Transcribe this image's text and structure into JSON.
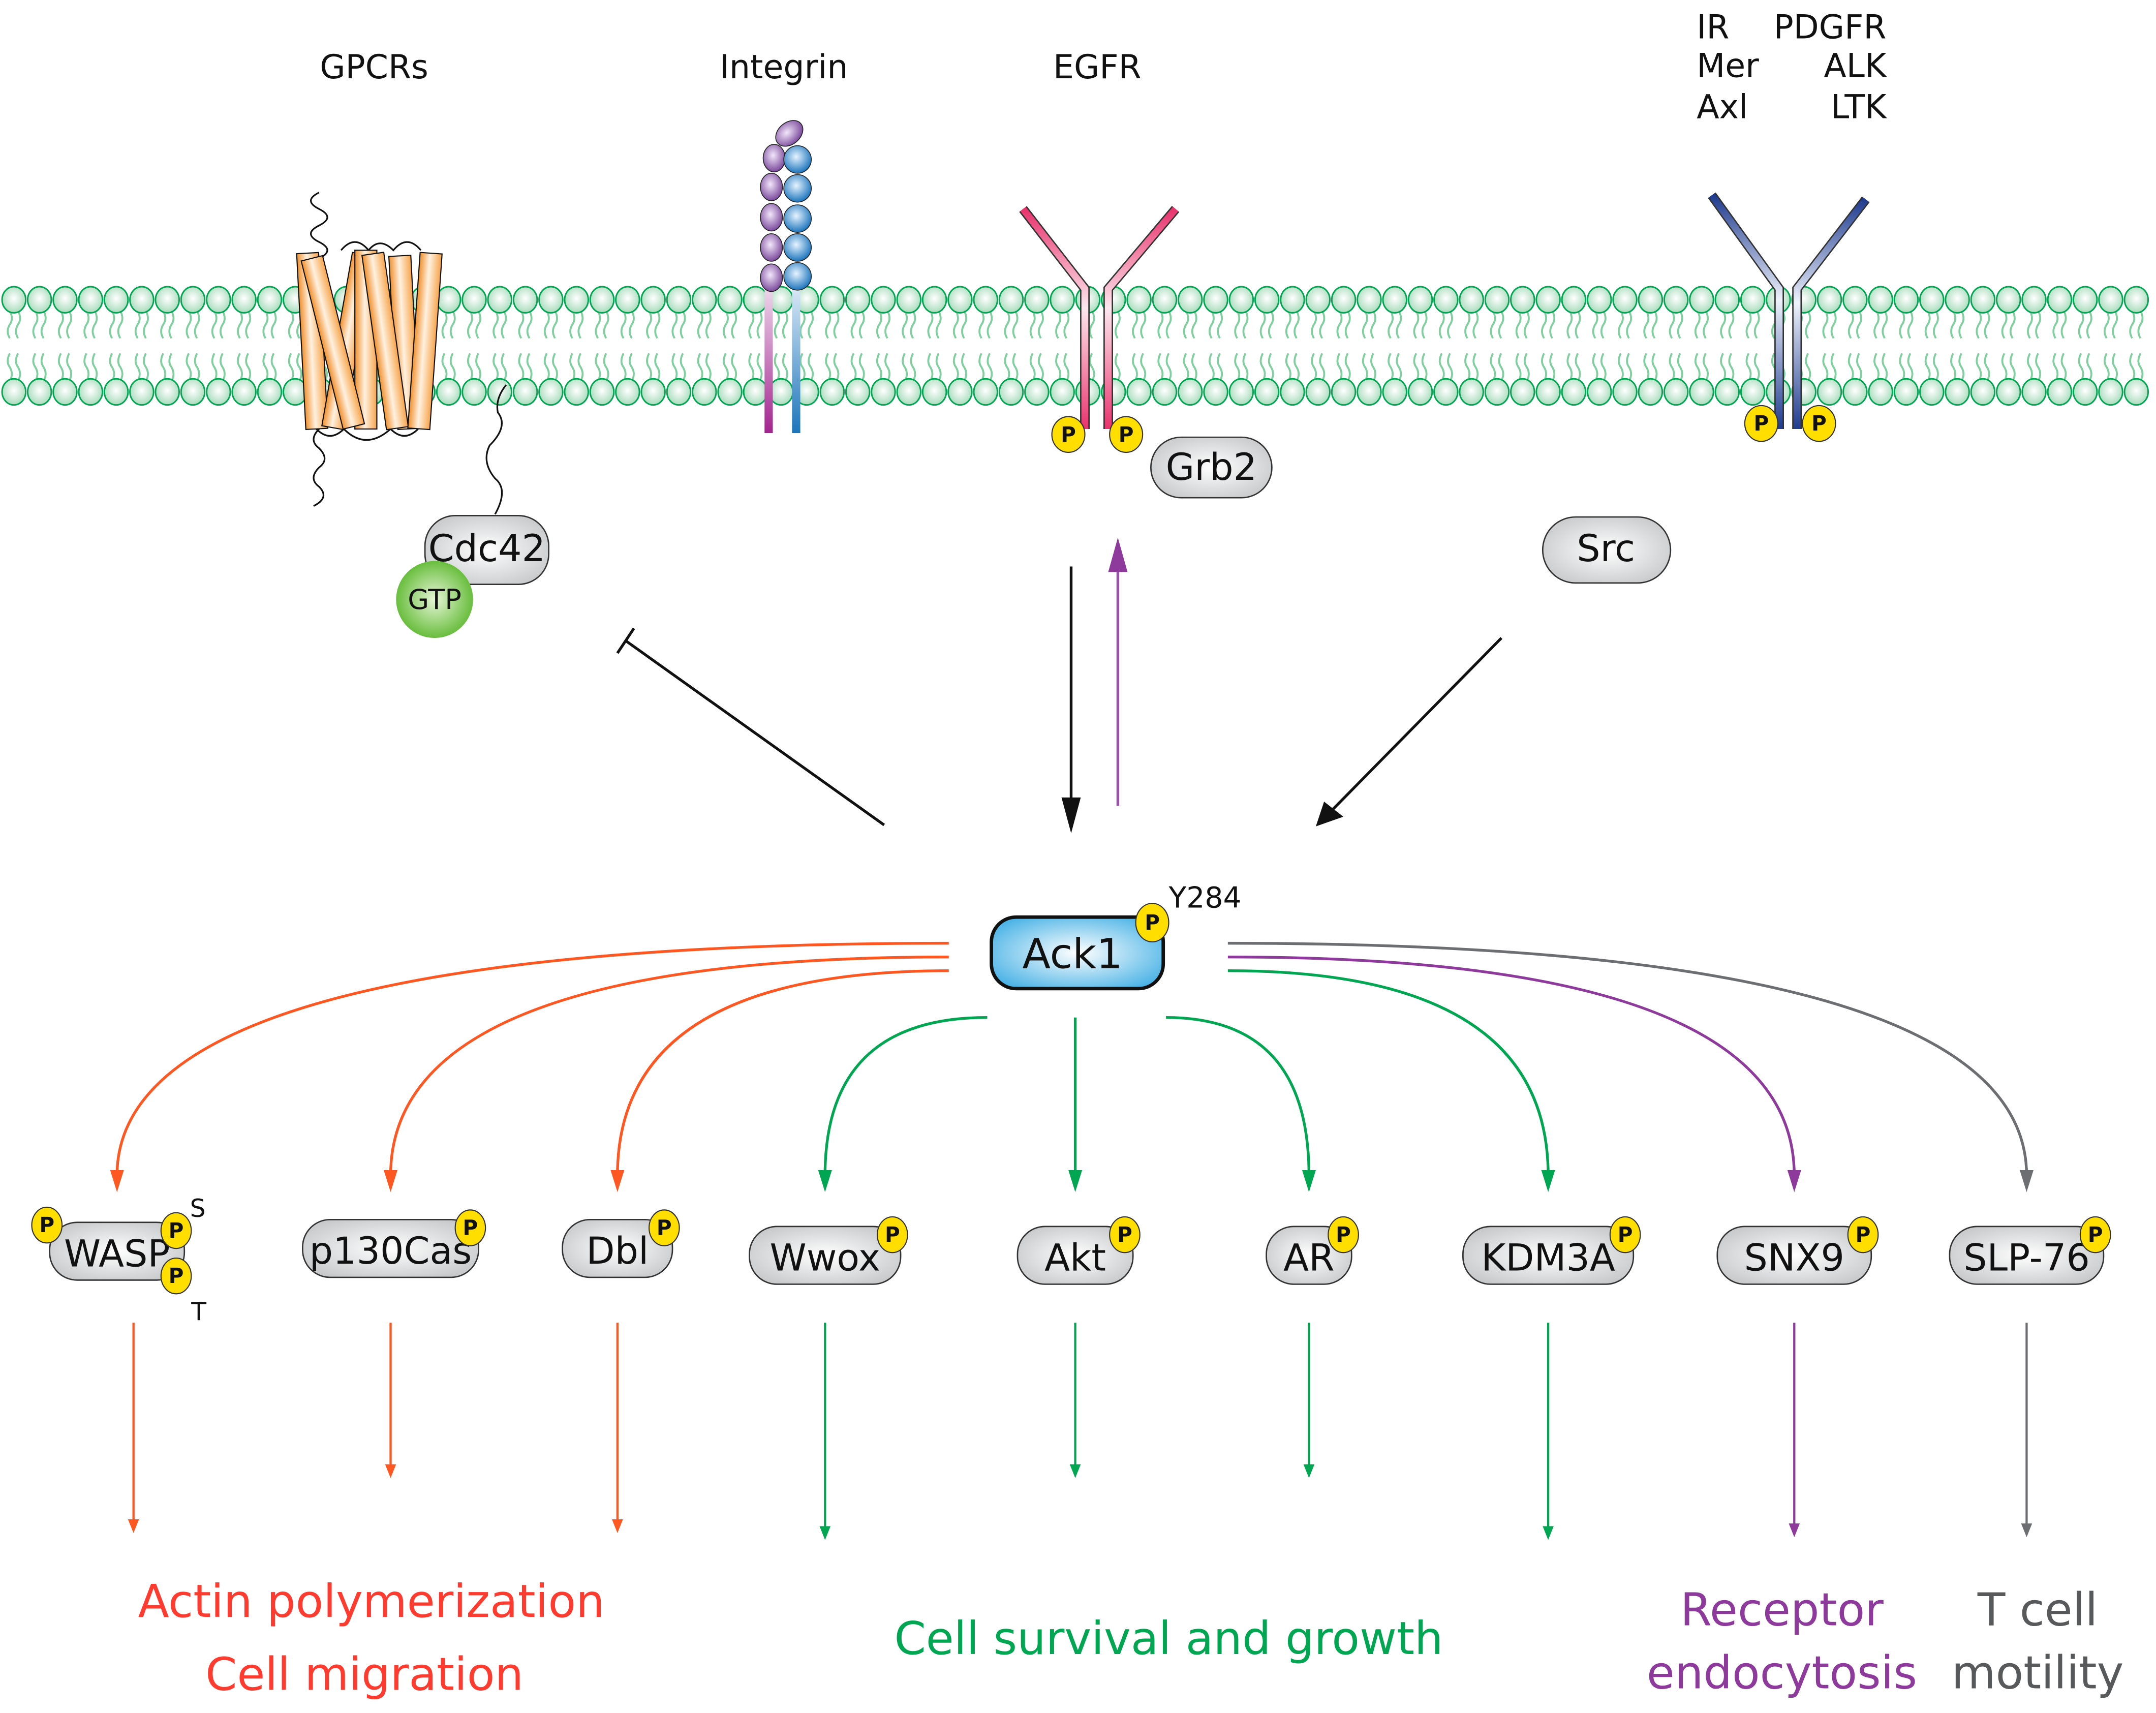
{
  "title": "Ack1 signaling pathway",
  "receptors": {
    "gpcr": "GPCRs",
    "integrin": "Integrin",
    "egfr": "EGFR",
    "rtk_list": [
      [
        "IR",
        "PDGFR"
      ],
      [
        "Mer",
        "ALK"
      ],
      [
        "Axl",
        "LTK"
      ]
    ]
  },
  "upstream_nodes": {
    "cdc42": "Cdc42",
    "gtp": "GTP",
    "grb2": "Grb2",
    "src": "Src"
  },
  "phospho_label": "P",
  "hub": {
    "name": "Ack1",
    "site": "Y284"
  },
  "substrates": [
    {
      "name": "WASP",
      "color": "#ff5722",
      "extra_sites": [
        "S",
        "T"
      ]
    },
    {
      "name": "p130Cas",
      "color": "#ff5722"
    },
    {
      "name": "Dbl",
      "color": "#ff5722"
    },
    {
      "name": "Wwox",
      "color": "#00a651"
    },
    {
      "name": "Akt",
      "color": "#00a651"
    },
    {
      "name": "AR",
      "color": "#00a651"
    },
    {
      "name": "KDM3A",
      "color": "#00a651"
    },
    {
      "name": "SNX9",
      "color": "#8e3a9d"
    },
    {
      "name": "SLP-76",
      "color": "#6d6e71"
    }
  ],
  "outcomes": {
    "actin": {
      "lines": [
        "Actin polymerization",
        "Cell migration"
      ],
      "color": "#ff3b2f"
    },
    "survival": {
      "lines": [
        "Cell survival and growth"
      ],
      "color": "#00a651"
    },
    "endocytosis": {
      "lines": [
        "Receptor",
        "endocytosis"
      ],
      "color": "#8e3a9d"
    },
    "tcell": {
      "lines": [
        "T cell",
        "motility"
      ],
      "color": "#58595b"
    }
  },
  "colors": {
    "membrane": "#00a651",
    "gpcr": "#f7a44a",
    "integrin_alpha": "#8b5aa8",
    "integrin_beta": "#1c75bc",
    "egfr": "#e8336d",
    "rtk": "#1f3b8f",
    "phospho": "#ffde00",
    "ack1": "#4bb3e6",
    "node_gray": "#d1d3d4",
    "gtp": "#5cb82e",
    "feedback_arrow": "#9b4fb0"
  }
}
